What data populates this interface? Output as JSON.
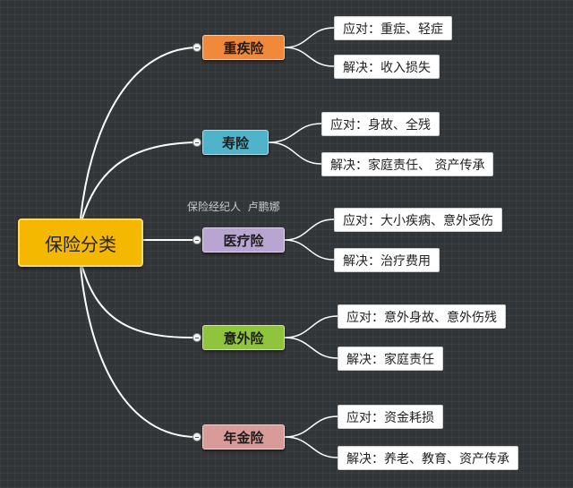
{
  "root": {
    "label": "保险分类"
  },
  "watermark": "保险经纪人  卢鹏娜",
  "branches": [
    {
      "label": "重疾险",
      "color": "#f0893a",
      "leaves": [
        "应对：重症、轻症",
        "解决：收入损失"
      ]
    },
    {
      "label": "寿险",
      "color": "#4fb3c9",
      "leaves": [
        "应对：身故、全残",
        "解决：家庭责任、 资产传承"
      ]
    },
    {
      "label": "医疗险",
      "color": "#b9a5d1",
      "leaves": [
        "应对：大小疾病、意外受伤",
        "解决：治疗费用"
      ]
    },
    {
      "label": "意外险",
      "color": "#8fc43d",
      "leaves": [
        "应对：意外身故、意外伤残",
        "解决：家庭责任"
      ]
    },
    {
      "label": "年金险",
      "color": "#d99b98",
      "leaves": [
        "应对：资金耗损",
        "解决：养老、教育、资产传承"
      ]
    }
  ]
}
